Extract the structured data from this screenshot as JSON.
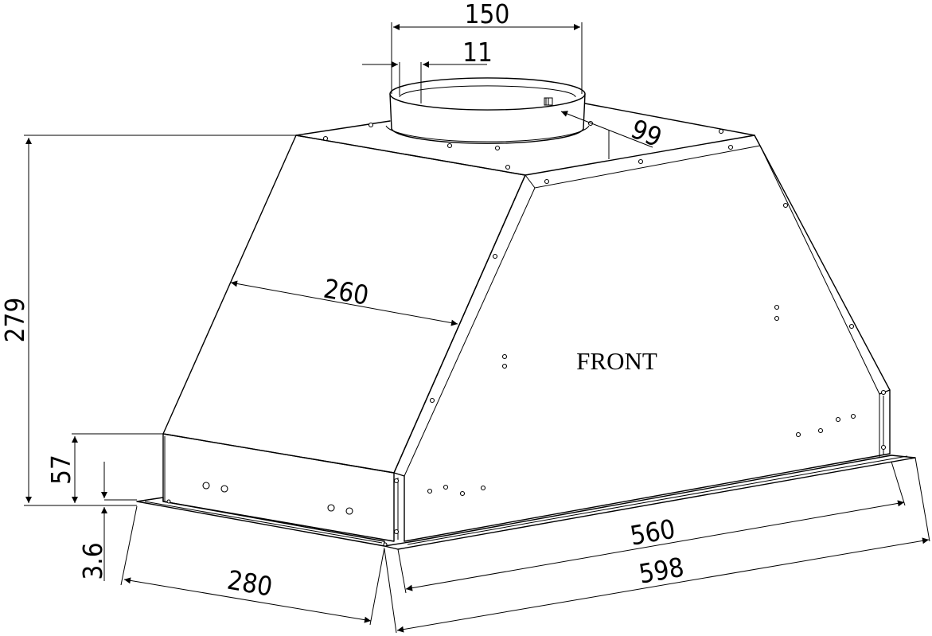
{
  "drawing": {
    "front_label": "FRONT",
    "dimensions": {
      "duct_diameter": "150",
      "duct_rim": "11",
      "duct_offset": "99",
      "depth_top": "260",
      "height_total": "279",
      "height_lower": "57",
      "lip": "3.6",
      "depth_bottom": "280",
      "width_inner": "560",
      "width_outer": "598"
    }
  }
}
